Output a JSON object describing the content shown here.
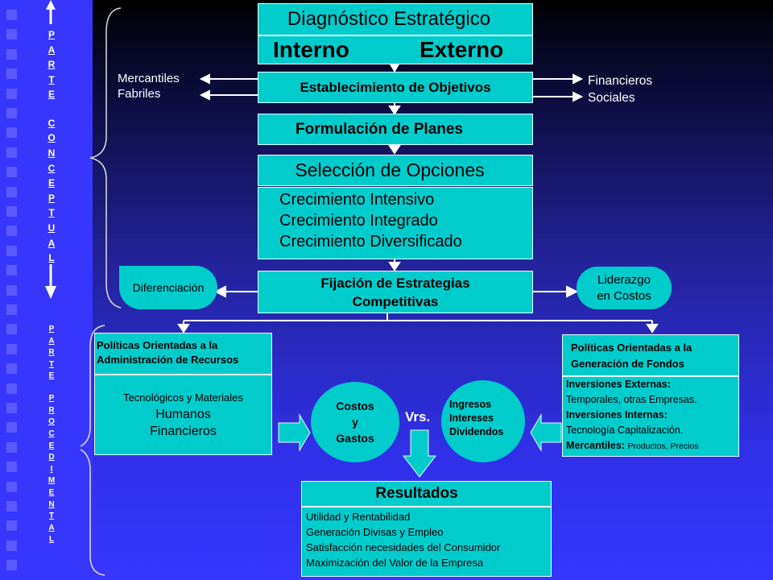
{
  "side": {
    "conceptual_label": "PARTE CONCEPTUAL",
    "procedimental_label": "PARTE PROCEDIMENTAL"
  },
  "diagnostico": {
    "title": "Diagnóstico Estratégico",
    "interno": "Interno",
    "externo": "Externo"
  },
  "objetivos": {
    "title": "Establecimiento de Objetivos",
    "left": [
      "Mercantiles",
      "Fabriles"
    ],
    "right": [
      "Financieros",
      "Sociales"
    ]
  },
  "planes": {
    "title": "Formulación de Planes"
  },
  "opciones": {
    "title": "Selección de Opciones",
    "items": [
      "Crecimiento Intensivo",
      "Crecimiento Integrado",
      "Crecimiento Diversificado"
    ]
  },
  "estrategias": {
    "title": [
      "Fijación de Estrategias",
      "Competitivas"
    ],
    "left": "Diferenciación",
    "right": [
      "Liderazgo",
      "en Costos"
    ]
  },
  "recursos": {
    "title": [
      "Políticas Orientadas a la",
      "Administración de Recursos"
    ],
    "items": [
      "Tecnológicos y Materiales",
      "Humanos",
      "Financieros"
    ]
  },
  "fondos": {
    "title": [
      "Políticas Orientadas a la",
      "Generación de Fondos"
    ],
    "externas_label": "Inversiones Externas:",
    "externas_text": "Temporales, otras Empresas.",
    "internas_label": "Inversiones Internas:",
    "internas_text": "Tecnología Capitalización.",
    "mercantiles_label": "Mercantiles:",
    "mercantiles_text": "Productos, Precios"
  },
  "costos": [
    "Costos",
    "y",
    "Gastos"
  ],
  "vs": "Vrs.",
  "ingresos": [
    "Ingresos",
    "Intereses",
    "Dividendos"
  ],
  "resultados": {
    "title": "Resultados",
    "items": [
      "Utilidad y Rentabilidad",
      "Generación Divisas y Empleo",
      "Satisfacción necesidades del Consumidor",
      "Maximización del Valor de la Empresa"
    ]
  },
  "colors": {
    "box": "#00cccc",
    "arrow": "#00cccc",
    "background": "#3636ff"
  }
}
